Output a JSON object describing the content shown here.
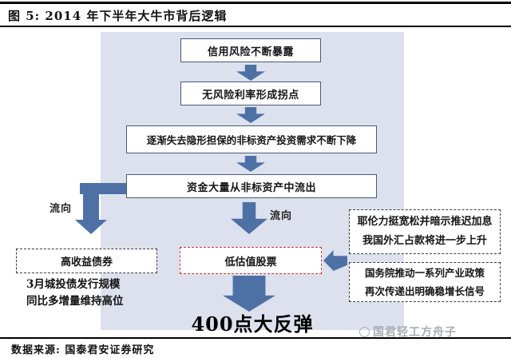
{
  "title": "图 5: 2014 年下半年大牛市背后逻辑",
  "flow": {
    "step1": "信用风险不断暴露",
    "step2": "无风险利率形成拐点",
    "step3": "逐渐失去隐形担保的非标资产投资需求不断下降",
    "step4": "资金大量从非标资产中流出",
    "flow_label_left": "流向",
    "flow_label_mid": "流向",
    "bond_box": "高收益债券",
    "bond_note_line1": "3月城投债发行规模",
    "bond_note_line2": "同比多增量维持高位",
    "stock_box": "低估值股票",
    "right_box1_line1": "耶伦力挺宽松并暗示推迟加息",
    "right_box1_line2": "我国外汇占款将进一步上升",
    "right_box2_line1": "国务院推动一系列产业政策",
    "right_box2_line2": "再次传递出明确稳增长信号",
    "conclusion": "400点大反弹"
  },
  "footer": {
    "source": "数据来源: 国泰君安证券研究",
    "watermark": "国君轻工方舟子"
  },
  "colors": {
    "arrow_blue": "#4e71a5",
    "panel_bg": "#dce1ed",
    "red_dashed_border": "#cc3333",
    "box_border": "#4a5878",
    "watermark_gray": "#a9adb5"
  }
}
